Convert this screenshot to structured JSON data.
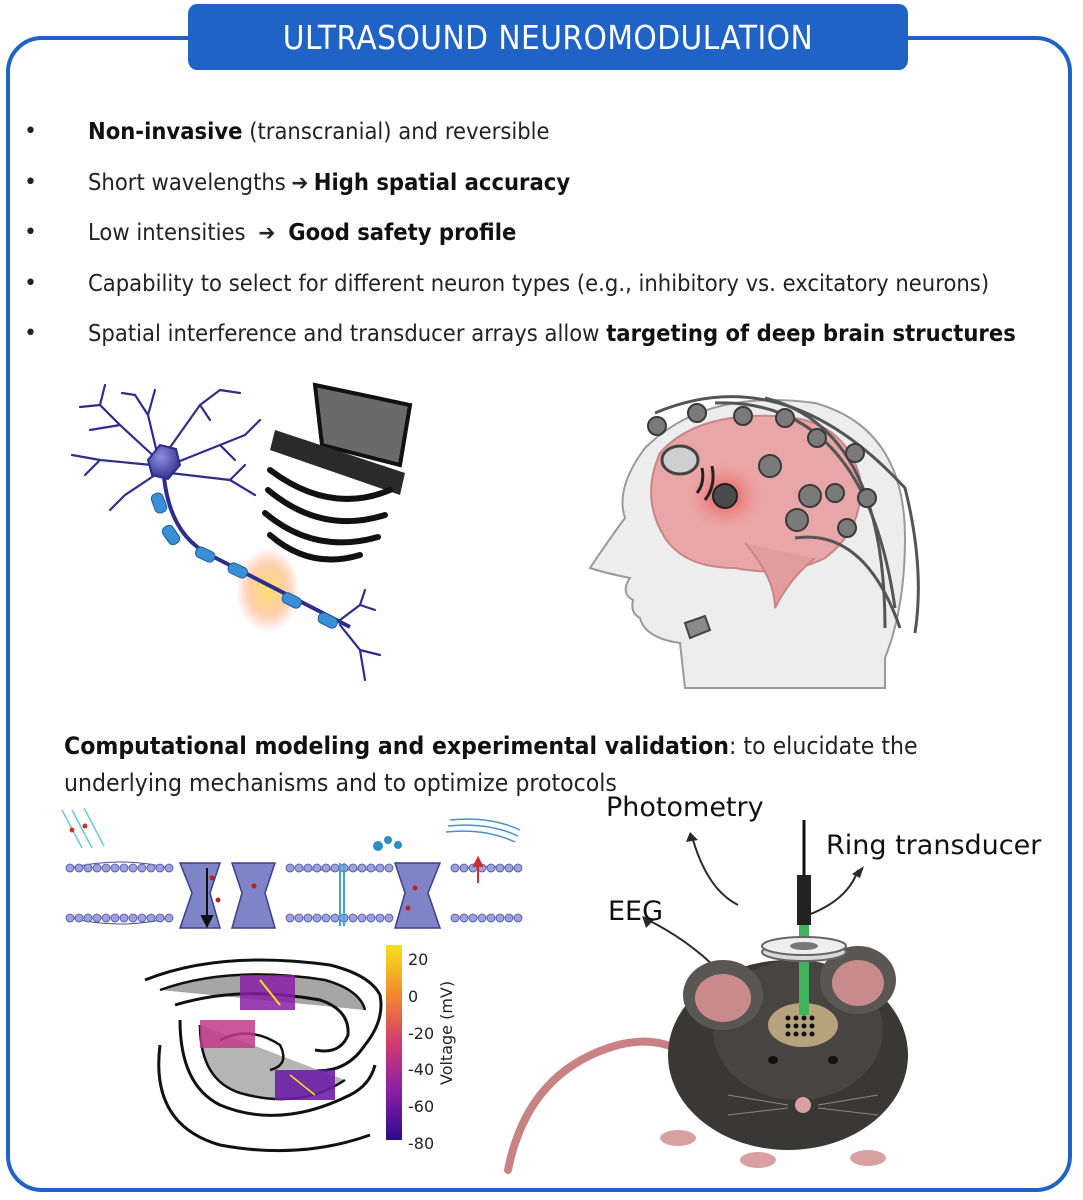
{
  "title": "ULTRASOUND NEUROMODULATION",
  "bullets": [
    {
      "pre": "",
      "bold1": "Non-invasive",
      "mid": " (transcranial) and reversible",
      "bold2": ""
    },
    {
      "pre": "Short wavelengths",
      "arrow": "➔",
      "bold2": "High spatial accuracy"
    },
    {
      "pre": "Low intensities",
      "arrow": "➔",
      "bold2": "Good safety profile"
    },
    {
      "pre": "Capability to select for different neuron types  (e.g., inhibitory vs. excitatory neurons)"
    },
    {
      "pre": "Spatial interference and transducer arrays allow ",
      "bold2": "targeting of deep brain structures"
    }
  ],
  "bullet_symbol": "•",
  "caption": {
    "bold": "Computational modeling and experimental validation",
    "rest": ": to elucidate the underlying mechanisms and to optimize protocols"
  },
  "mouse_labels": {
    "photometry": "Photometry",
    "ring": "Ring transducer",
    "eeg": "EEG"
  },
  "colorbar": {
    "label": "Voltage (mV)",
    "ticks": [
      "20",
      "0",
      "-20",
      "-40",
      "-60",
      "-80"
    ]
  },
  "colors": {
    "accent": "#1f63c6",
    "neuron": "#2e2e8a",
    "myelin": "#3a8fd6",
    "brain": "#e9a6a8"
  }
}
